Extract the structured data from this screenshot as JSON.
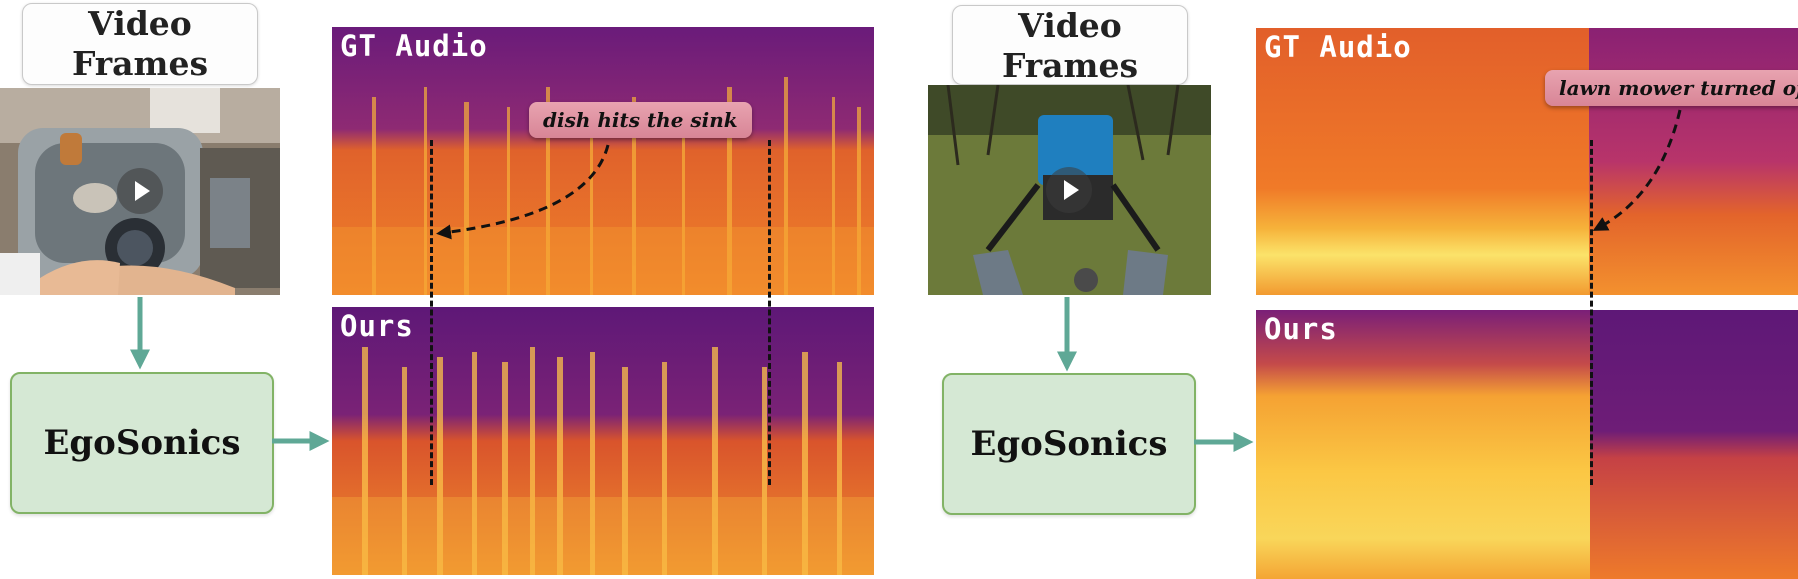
{
  "panels": [
    {
      "frames_label": "Video\nFrames",
      "model_label": "EgoSonics",
      "gt_label": "GT Audio",
      "ours_label": "Ours",
      "event_label": "dish hits the sink",
      "scene": "kitchen-sink"
    },
    {
      "frames_label": "Video\nFrames",
      "model_label": "EgoSonics",
      "gt_label": "GT Audio",
      "ours_label": "Ours",
      "event_label": "lawn mower turned off",
      "scene": "lawn-mower"
    }
  ],
  "colors": {
    "model_fill": "#d5e8d4",
    "model_border": "#82b366",
    "arrow": "#5fa896",
    "callout": "#e39aa9"
  }
}
